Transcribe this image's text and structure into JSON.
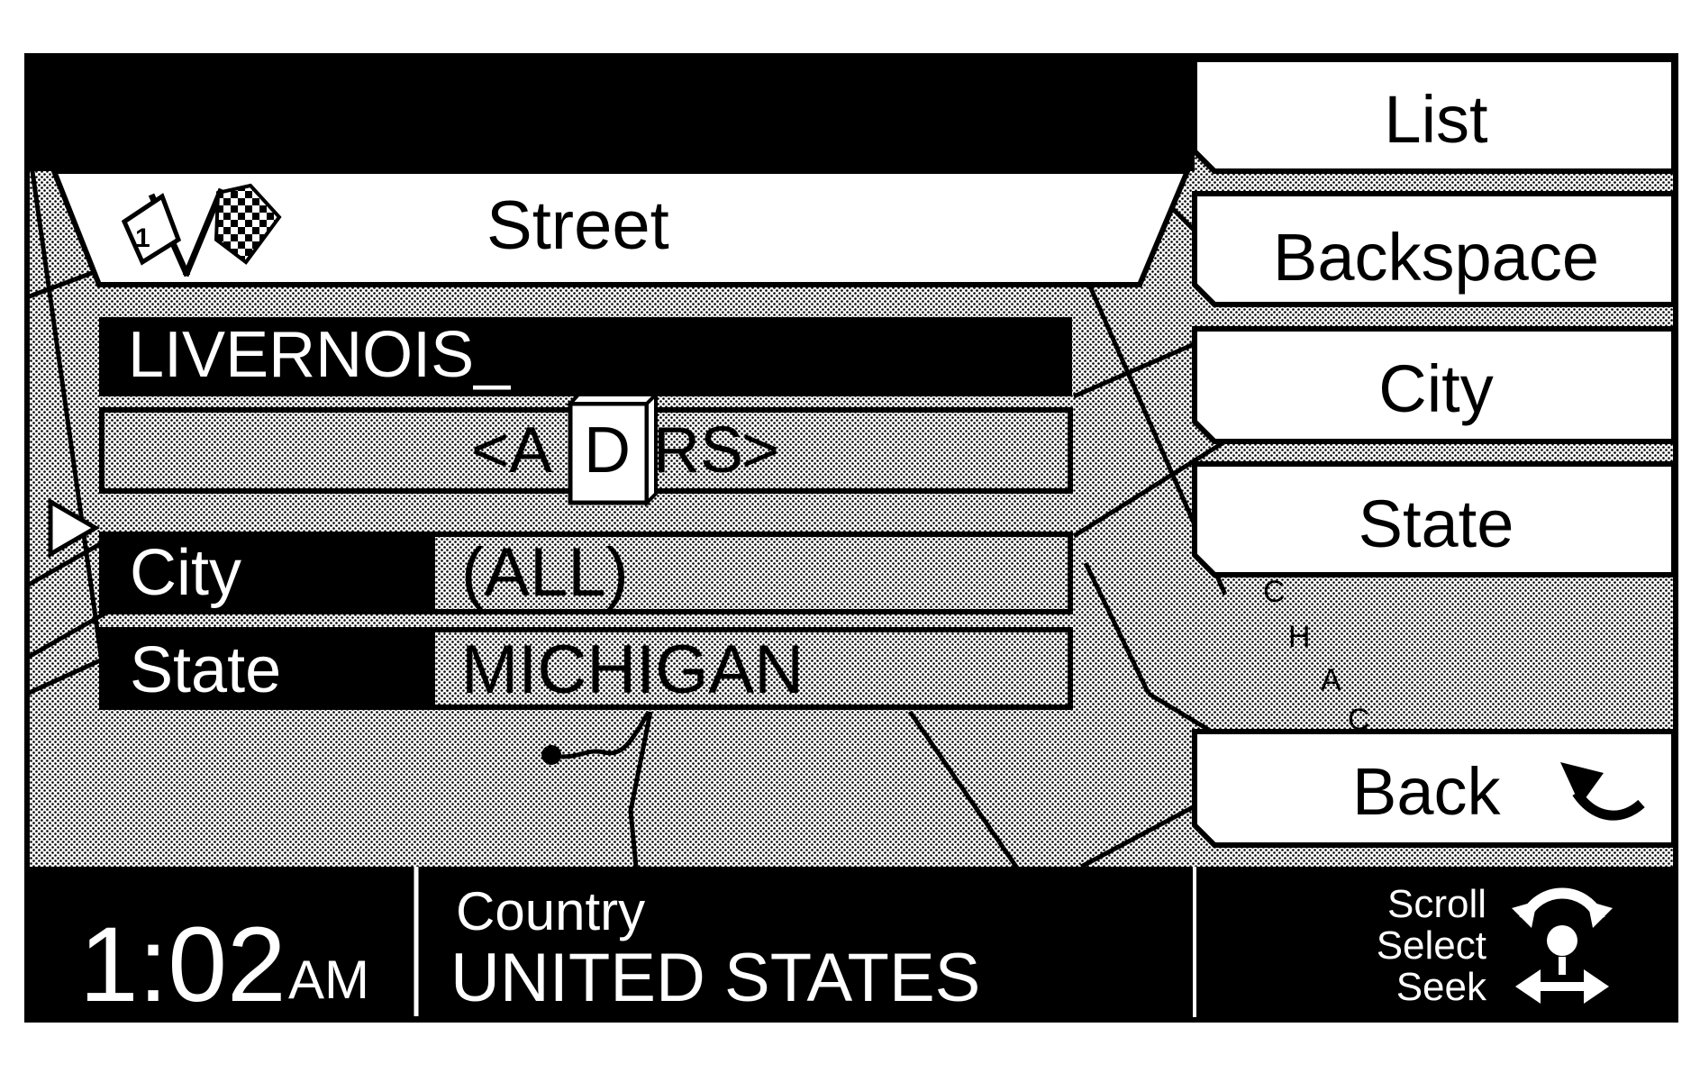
{
  "header": {
    "title": "Street",
    "flag_badge": "1"
  },
  "entry": {
    "value": "LIVERNOIS_"
  },
  "letter_picker": {
    "left_arrow": "<",
    "before": "A",
    "selected": "D",
    "after": "RS",
    "right_arrow": ">"
  },
  "fields": [
    {
      "label": "City",
      "value": "(ALL)"
    },
    {
      "label": "State",
      "value": "MICHIGAN"
    }
  ],
  "side_menu": {
    "list": "List",
    "backspace": "Backspace",
    "city": "City",
    "state": "State",
    "back": "Back"
  },
  "map": {
    "place_letters": [
      "C",
      "H",
      "A",
      "C"
    ]
  },
  "status_bar": {
    "time": "1:02",
    "ampm": "AM",
    "country_label": "Country",
    "country_value": "UNITED STATES",
    "controls": [
      "Scroll",
      "Select",
      "Seek"
    ]
  },
  "colors": {
    "background": "#ffffff",
    "ink": "#000000",
    "map_dots": "#8c8c8c"
  }
}
